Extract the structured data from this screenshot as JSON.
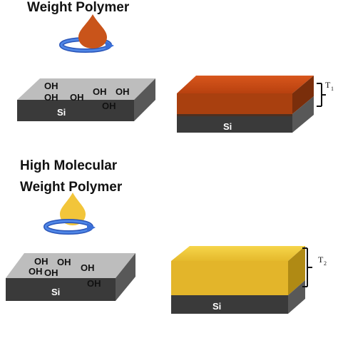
{
  "top": {
    "title": "Weight Polymer",
    "droplet_color": "#c9541a",
    "oh_labels": [
      "OH",
      "OH",
      "OH",
      "OH",
      "OH",
      "OH"
    ],
    "substrate_label": "Si",
    "coated_label": "Si",
    "film_color": "#c9541a",
    "thickness_label": "T",
    "thickness_sub": "1"
  },
  "bottom": {
    "title_line1": "High Molecular",
    "title_line2": "Weight Polymer",
    "droplet_color": "#f2c53a",
    "oh_labels": [
      "OH",
      "OH",
      "OH",
      "OH",
      "OH",
      "OH"
    ],
    "substrate_label": "Si",
    "coated_label": "Si",
    "film_color": "#f2c53a",
    "thickness_label": "T",
    "thickness_sub": "2"
  },
  "colors": {
    "substrate_top": "#bdbdbd",
    "substrate_front": "#3a3a3a",
    "substrate_side": "#5a5a5a",
    "spin_arrow": "#3a6fd8"
  }
}
